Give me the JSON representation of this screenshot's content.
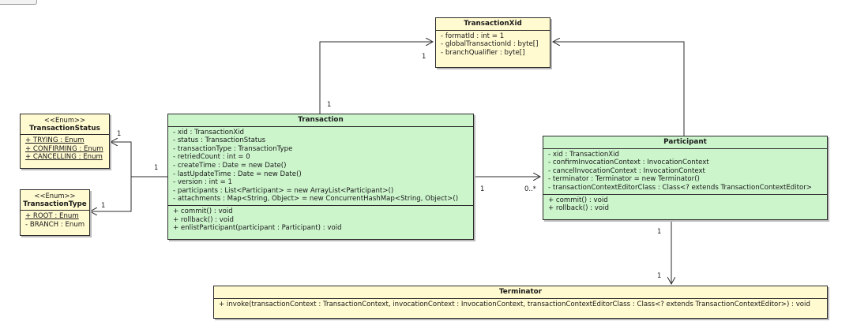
{
  "classes": {
    "transaction_xid": {
      "name": "TransactionXid",
      "attributes": [
        "- formatId : int = 1",
        "- globalTransactionId : byte[]",
        "- branchQualifier : byte[]"
      ]
    },
    "transaction_status": {
      "stereotype": "<<Enum>>",
      "name": "TransactionStatus",
      "literals": [
        "+ TRYING : Enum",
        "+ CONFIRMING : Enum",
        "+ CANCELLING : Enum"
      ]
    },
    "transaction_type": {
      "stereotype": "<<Enum>>",
      "name": "TransactionType",
      "literals": [
        "+ ROOT : Enum",
        "- BRANCH : Enum"
      ]
    },
    "transaction": {
      "name": "Transaction",
      "attributes": [
        "- xid : TransactionXid",
        "- status : TransactionStatus",
        "- transactionType : TransactionType",
        "- retriedCount : int = 0",
        "- createTime : Date = new Date()",
        "- lastUpdateTime : Date = new Date()",
        "- version : int = 1",
        "- participants : List<Participant> = new ArrayList<Participant>()",
        "- attachments : Map<String, Object> = new ConcurrentHashMap<String, Object>()"
      ],
      "operations": [
        "+ commit() : void",
        "+ rollback() : void",
        "+ enlistParticipant(participant : Participant) : void"
      ]
    },
    "participant": {
      "name": "Participant",
      "attributes": [
        "- xid : TransactionXid",
        "- confirmInvocationContext : InvocationContext",
        "- cancelInvocationContext : InvocationContext",
        "- terminator : Terminator = new Terminator()",
        "- transactionContextEditorClass : Class<? extends TransactionContextEditor>"
      ],
      "operations": [
        "+ commit() : void",
        "+ rollback() : void"
      ]
    },
    "terminator": {
      "name": "Terminator",
      "operations": [
        "+ invoke(transactionContext : TransactionContext, invocationContext : InvocationContext, transactionContextEditorClass : Class<? extends TransactionContextEditor>) : void"
      ]
    }
  },
  "multiplicities": {
    "xid_near_xid": "1",
    "xid_near_transaction": "1",
    "status_near_status": "1",
    "type_near_type": "1",
    "enums_near_transaction": "1",
    "participants_near_transaction": "1",
    "participants_near_participant": "0..*",
    "terminator_near_participant": "1",
    "terminator_near_terminator": "1"
  },
  "colors": {
    "class_fill": "#ccf5cc",
    "enum_fill": "#fffad0",
    "line": "#2b2b2b"
  }
}
